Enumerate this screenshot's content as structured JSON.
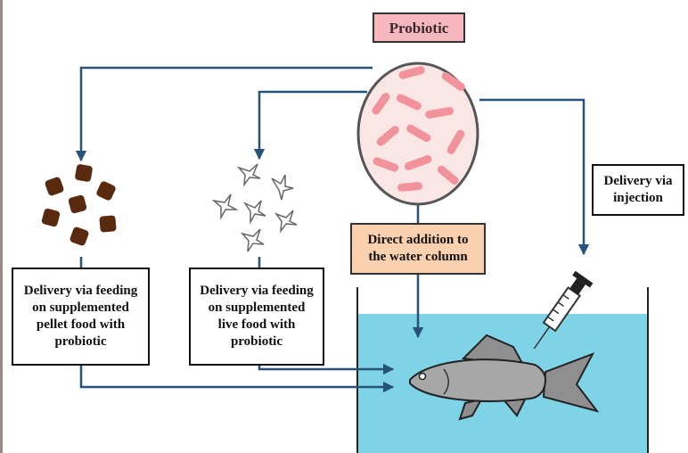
{
  "title": "Probiotic",
  "routes": {
    "pellet": "Delivery via feeding\non supplemented\npellet food with\nprobiotic",
    "live": "Delivery via feeding\non supplemented\nlive food with\nprobiotic",
    "water": "Direct addition to\nthe water column",
    "injection": "Delivery via\ninjection"
  },
  "icons": {
    "probiotic": "bacteria-circle-icon",
    "pellet": "pellet-food-icon",
    "live": "live-food-icon",
    "injection": "syringe-icon",
    "fish": "fish-icon",
    "tank": "water-tank-icon"
  },
  "colors": {
    "arrow": "#27527a",
    "water": "#7fd3e6",
    "bacteria": "#f2939b",
    "circle_fill": "#fbe6e6",
    "pellet": "#5a2a0e",
    "title_bg": "#f6b7bf",
    "water_label_bg": "#fbd0ae",
    "fish": "#a7a7a7"
  }
}
